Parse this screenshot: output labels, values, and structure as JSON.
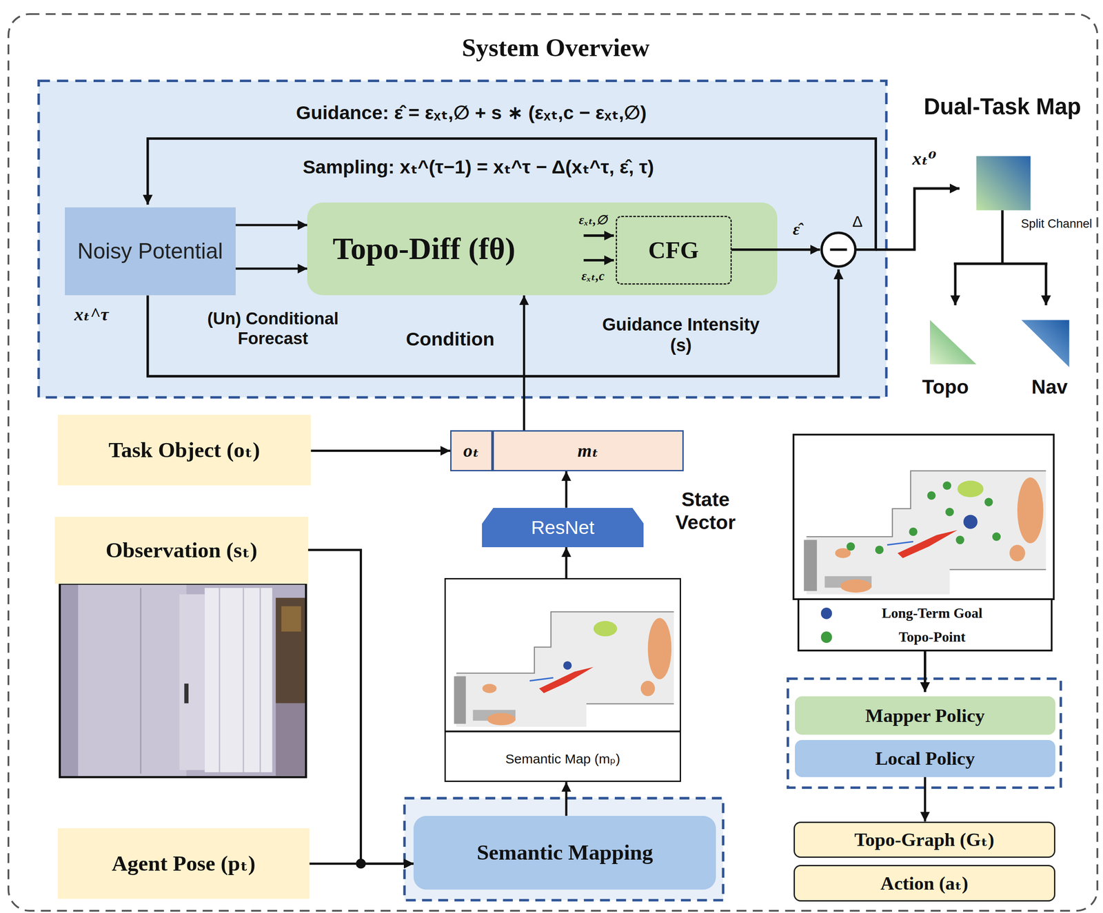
{
  "diagram": {
    "title": "System Overview",
    "nodes": [
      {
        "text": [
          "Noisy Potential"
        ]
      },
      {
        "text": [
          "Topo-Diff (fθ)"
        ]
      },
      {
        "text": [
          "CFG"
        ],
        "in": 1
      },
      {
        "text": [
          "Task Object (oₜ)"
        ]
      },
      {
        "text": [
          "oₜ"
        ]
      },
      {
        "text": [
          "mₜ"
        ]
      },
      {
        "text": [
          "ResNet"
        ]
      },
      {
        "text": [
          "Observation (sₜ)"
        ]
      },
      {
        "text": [
          "Semantic Map (mₚ)"
        ]
      },
      {
        "text": [
          "Semantic Mapping"
        ]
      },
      {
        "text": [
          "Agent Pose (pₜ)"
        ]
      },
      {
        "text": [
          "Mapper Policy"
        ]
      },
      {
        "text": [
          "Local Policy"
        ]
      },
      {
        "text": [
          "Topo-Graph (Gₜ)"
        ]
      },
      {
        "text": [
          "Action (aₜ)"
        ]
      }
    ],
    "edges": [
      {
        "from": 0,
        "to": 1,
        "arrow": "to"
      },
      {
        "from": 0,
        "to": 1,
        "arrow": "to"
      },
      {
        "from": 3,
        "to": 4,
        "arrow": "to"
      },
      {
        "from": 5,
        "to": 1,
        "arrow": "to"
      },
      {
        "from": 6,
        "to": 5,
        "arrow": "to"
      },
      {
        "from": 8,
        "to": 6,
        "arrow": "to"
      },
      {
        "from": 9,
        "to": 8,
        "arrow": "to"
      },
      {
        "from": 7,
        "to": 9,
        "arrow": "to"
      },
      {
        "from": 10,
        "to": 9,
        "arrow": "to"
      },
      {
        "from": 12,
        "to": 13,
        "arrow": "to"
      }
    ],
    "labels": [
      "Guidance: ε̂ = εₓₜ,∅ + s ∗ (εₓₜ,c − εₓₜ,∅)",
      "Sampling: xₜ^(τ−1) = xₜ^τ − Δ(xₜ^τ, ε̂, τ)",
      "xₜ^τ",
      "(Un) Conditional Forecast",
      "εₓₜ,∅",
      "εₓₜ,c",
      "ε̂",
      "Δ",
      "Condition",
      "Guidance Intensity (s)",
      "xₜ⁰",
      "Dual-Task Map",
      "Split Channel",
      "Topo",
      "Nav",
      "State Vector"
    ],
    "legend": [
      {
        "text": "Long-Term Goal",
        "color": "#2e4f9e"
      },
      {
        "text": "Topo-Point",
        "color": "#3f9b3f"
      }
    ]
  }
}
